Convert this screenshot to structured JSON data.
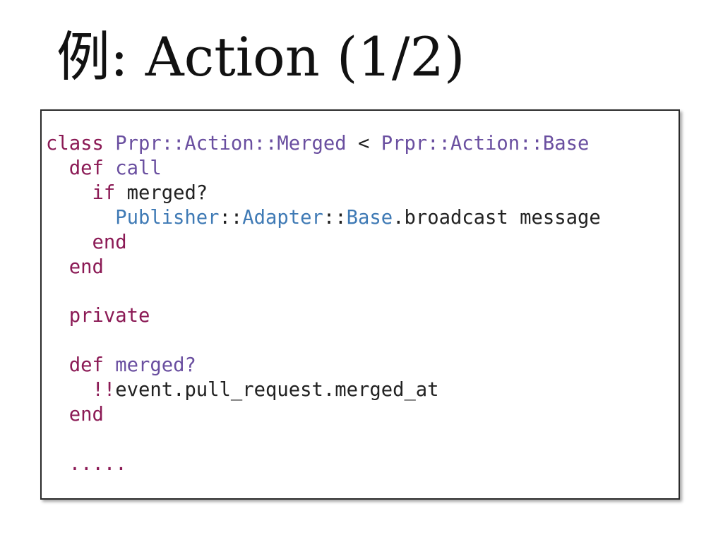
{
  "title": "例: Action (1/2)",
  "code_tokens": {
    "class_kw": "class",
    "class_name": "Prpr::Action::Merged",
    "lt": " < ",
    "parent_class": "Prpr::Action::Base",
    "def_kw_1": "def",
    "method_call": "call",
    "if_kw": "if",
    "if_cond": " merged?",
    "publisher": "Publisher",
    "adapter": "Adapter",
    "base": "Base",
    "sep_1": "::",
    "sep_2": "::",
    "broadcast": ".broadcast message",
    "end_kw_1": "end",
    "end_kw_2": "end",
    "private_kw": "private",
    "def_kw_2": "def",
    "method_merged": "merged?",
    "bang": "!!",
    "event_expr": "event.pull_request.merged_at",
    "end_kw_3": "end",
    "ellipsis": "....."
  },
  "colors": {
    "keyword": "#8b1a55",
    "class_name": "#6a4fa0",
    "constant": "#3f7ab5",
    "text": "#222222"
  }
}
